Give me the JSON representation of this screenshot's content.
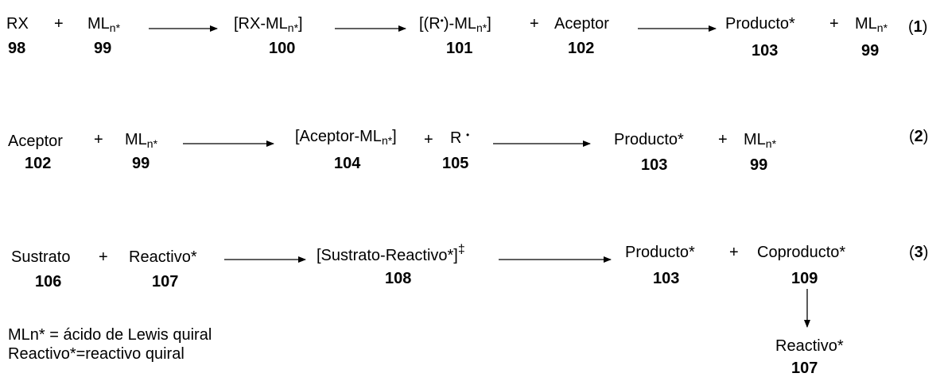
{
  "species": {
    "rx": "RX",
    "ml_base": "ML",
    "ml_sub": "n*",
    "rx_ml_open": "[RX-ML",
    "rx_ml_close": "]",
    "r_ml_open": "[(R",
    "r_ml_dot": "•",
    "r_ml_mid": ")-ML",
    "r_ml_close": "]",
    "aceptor": "Aceptor",
    "producto": "Producto*",
    "aceptor_ml_open": "[Aceptor-ML",
    "aceptor_ml_close": "]",
    "radical_r": "R",
    "radical_dot": "•",
    "sustrato": "Sustrato",
    "reactivo": "Reactivo*",
    "sustrato_reactivo": "[Sustrato-Reactivo*]",
    "dagger": "‡",
    "coproducto": "Coproducto*"
  },
  "numbers": {
    "n98": "98",
    "n99": "99",
    "n100": "100",
    "n101": "101",
    "n102": "102",
    "n103": "103",
    "n104": "104",
    "n105": "105",
    "n106": "106",
    "n107": "107",
    "n108": "108",
    "n109": "109"
  },
  "operators": {
    "plus": "+"
  },
  "equation_labels": {
    "open": "(",
    "close": ")",
    "eq1": "1",
    "eq2": "2",
    "eq3": "3"
  },
  "legend": {
    "line1": "MLn* = ácido de Lewis quiral",
    "line2": "Reactivo*=reactivo quiral"
  }
}
